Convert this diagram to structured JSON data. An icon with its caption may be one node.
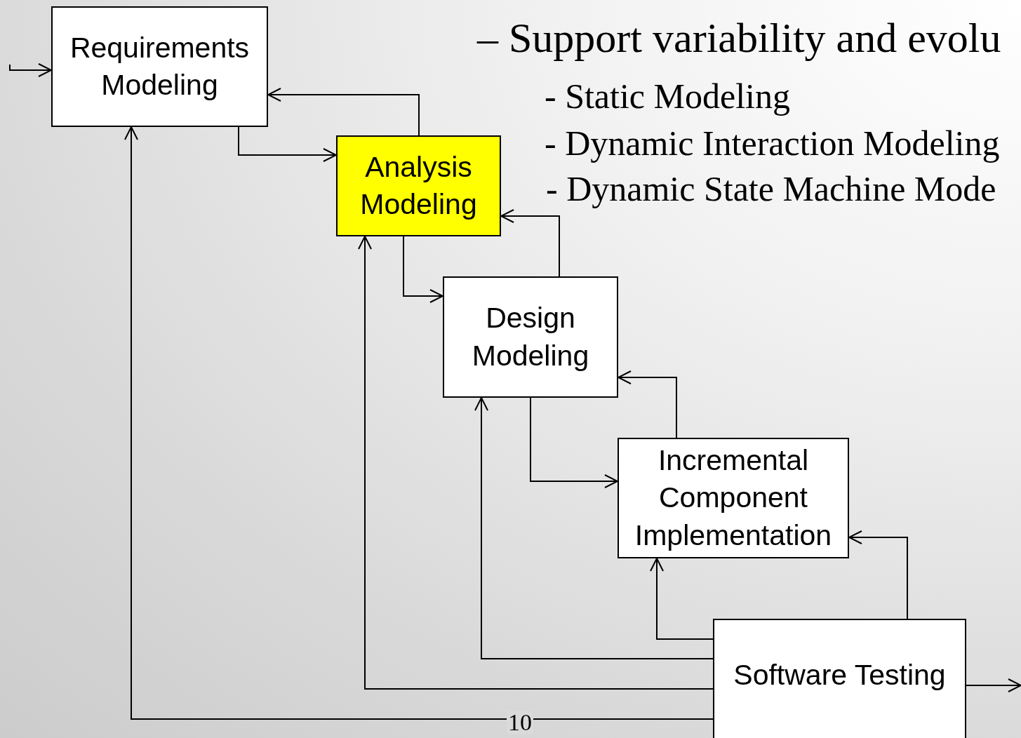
{
  "diagram": {
    "nodes": [
      {
        "text": [
          "Requirements Modeling"
        ]
      },
      {
        "text": [
          "Analysis Modeling"
        ]
      },
      {
        "text": [
          "Design Modeling"
        ]
      },
      {
        "text": [
          "Incremental Component Implementation"
        ]
      },
      {
        "text": [
          "Software Testing"
        ]
      }
    ],
    "edges": [
      {
        "from": null,
        "to": 0,
        "arrow": "to"
      },
      {
        "from": 0,
        "to": 1,
        "arrow": "to"
      },
      {
        "from": 1,
        "to": 0,
        "arrow": "to"
      },
      {
        "from": 1,
        "to": 2,
        "arrow": "to"
      },
      {
        "from": 2,
        "to": 1,
        "arrow": "to"
      },
      {
        "from": 2,
        "to": 3,
        "arrow": "to"
      },
      {
        "from": 3,
        "to": 2,
        "arrow": "to"
      },
      {
        "from": 4,
        "to": 3,
        "arrow": "to"
      },
      {
        "from": 4,
        "to": 3,
        "arrow": "to"
      },
      {
        "from": 4,
        "to": 2,
        "arrow": "to"
      },
      {
        "from": 4,
        "to": 1,
        "arrow": "to"
      },
      {
        "from": 4,
        "to": 0,
        "arrow": "to"
      },
      {
        "from": 4,
        "to": null,
        "arrow": "to"
      }
    ],
    "labels": [
      "– Support variability and evolu",
      "- Static Modeling",
      "- Dynamic Interaction Modeling",
      "- Dynamic State Machine Mode",
      "10"
    ]
  }
}
